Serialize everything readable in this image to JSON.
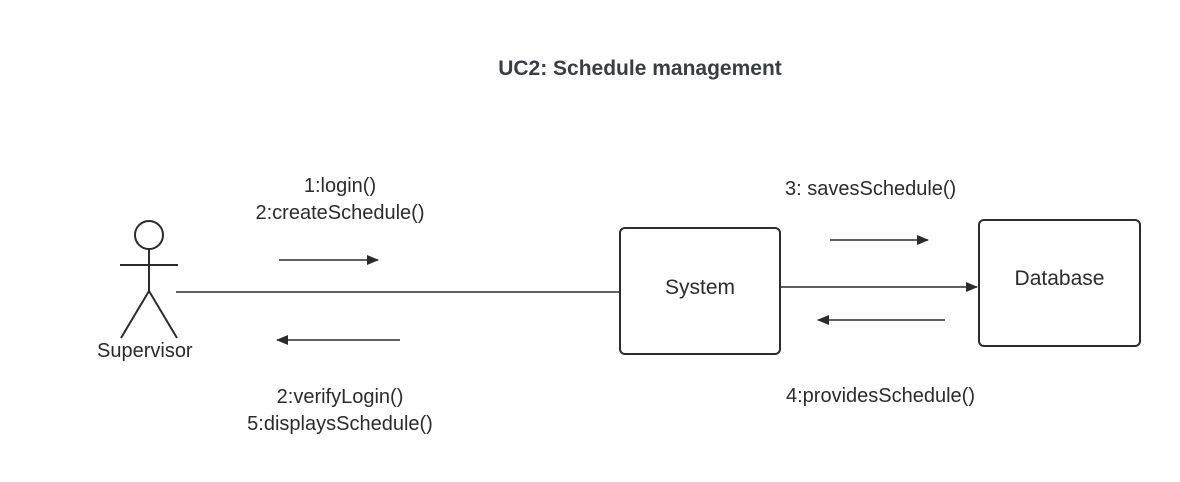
{
  "diagram": {
    "title": "UC2: Schedule management",
    "actor": {
      "label": "Supervisor"
    },
    "objects": [
      {
        "id": "system",
        "label": "System"
      },
      {
        "id": "database",
        "label": "Database"
      }
    ],
    "messages": {
      "supervisor_to_system": [
        "1:login()",
        "2:createSchedule()"
      ],
      "system_to_supervisor": [
        "2:verifyLogin()",
        "5:displaysSchedule()"
      ],
      "system_to_database": [
        "3: savesSchedule()"
      ],
      "database_to_system": [
        "4:providesSchedule()"
      ]
    },
    "colors": {
      "stroke": "#2b2b2b",
      "background": "#ffffff"
    }
  }
}
